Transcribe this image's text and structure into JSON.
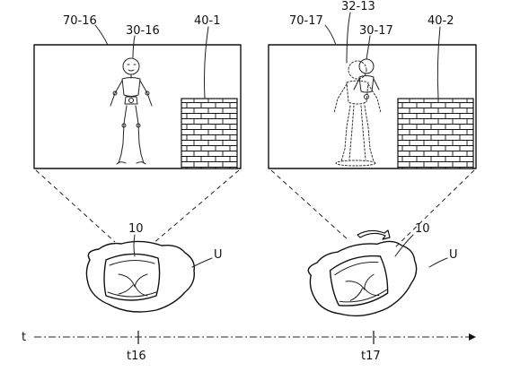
{
  "labels": {
    "frame_left": "70-16",
    "avatar_left": "30-16",
    "wall_left": "40-1",
    "trail_right": "32-13",
    "frame_right": "70-17",
    "avatar_right": "30-17",
    "wall_right": "40-2",
    "device_left": "10",
    "user_left": "U",
    "device_right": "10",
    "user_right": "U",
    "axis": "t",
    "tick_left": "t16",
    "tick_right": "t17"
  },
  "icons": {
    "rotation": "curved-arrow-icon"
  }
}
